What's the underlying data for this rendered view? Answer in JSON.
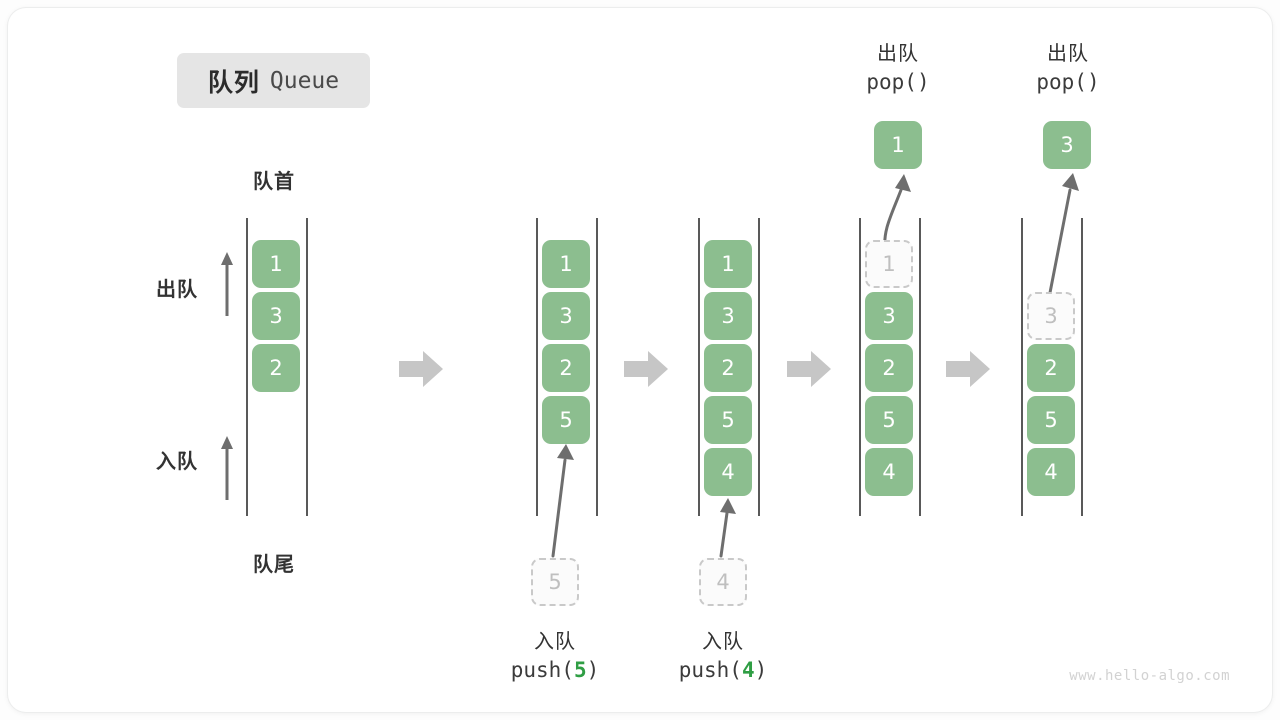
{
  "title": {
    "cn": "队列",
    "en": "Queue"
  },
  "labels": {
    "front": "队首",
    "rear": "队尾",
    "dequeue": "出队",
    "enqueue": "入队"
  },
  "watermark": "www.hello-algo.com",
  "colors": {
    "box_fill": "#8cbe8f",
    "box_text": "#ffffff",
    "ghost_border": "#c9c9c9",
    "ghost_text": "#bfbfbf",
    "rail": "#595959",
    "arrow": "#6e6e6e",
    "step_arrow": "#c6c6c6",
    "accent_green": "#2f9e44",
    "badge_bg": "#e5e5e5"
  },
  "panels": [
    {
      "id": "panel-initial",
      "items": [
        "1",
        "3",
        "2"
      ],
      "ghost": null,
      "popped": null,
      "caption": null
    },
    {
      "id": "panel-push-5",
      "items": [
        "1",
        "3",
        "2",
        "5"
      ],
      "ghost": "5",
      "popped": null,
      "caption": {
        "cn": "入队",
        "code_prefix": "push(",
        "code_value": "5",
        "code_suffix": ")"
      }
    },
    {
      "id": "panel-push-4",
      "items": [
        "1",
        "3",
        "2",
        "5",
        "4"
      ],
      "ghost": "4",
      "popped": null,
      "caption": {
        "cn": "入队",
        "code_prefix": "push(",
        "code_value": "4",
        "code_suffix": ")"
      }
    },
    {
      "id": "panel-pop-1",
      "items": [
        "3",
        "2",
        "5",
        "4"
      ],
      "ghost": "1",
      "popped": "1",
      "caption": {
        "cn": "出队",
        "code_prefix": "pop(",
        "code_value": "",
        "code_suffix": ")"
      }
    },
    {
      "id": "panel-pop-3",
      "items": [
        "2",
        "5",
        "4"
      ],
      "ghost": "3",
      "popped": "3",
      "caption": {
        "cn": "出队",
        "code_prefix": "pop(",
        "code_value": "",
        "code_suffix": ")"
      }
    }
  ],
  "step_arrows": [
    {
      "name": "step-arrow-1"
    },
    {
      "name": "step-arrow-2"
    },
    {
      "name": "step-arrow-3"
    },
    {
      "name": "step-arrow-4"
    }
  ]
}
